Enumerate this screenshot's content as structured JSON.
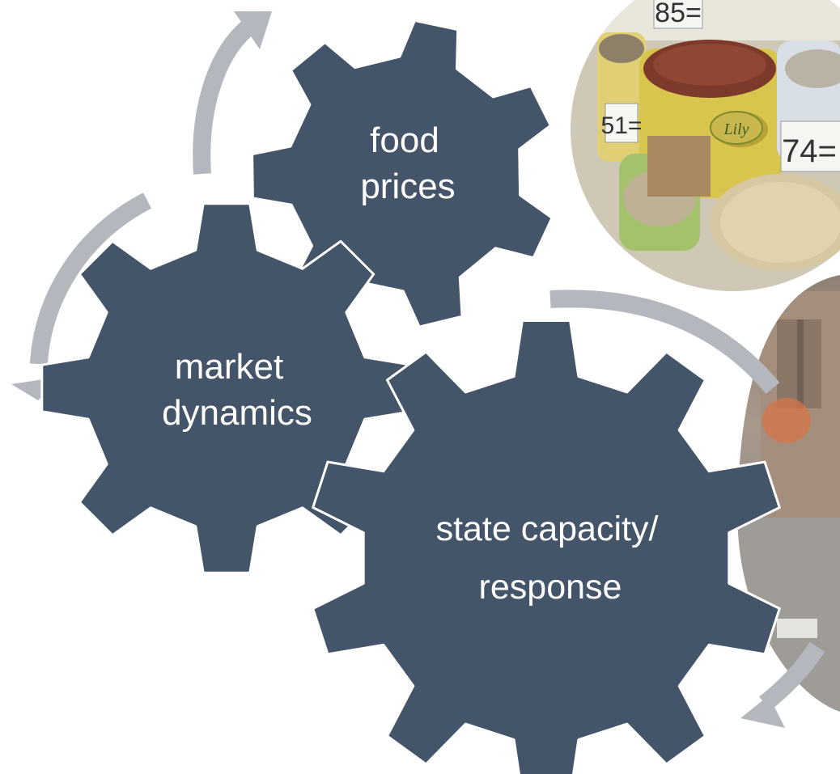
{
  "gears": {
    "food_prices": {
      "line1": "food",
      "line2": "prices"
    },
    "market_dynamics": {
      "line1": "market",
      "line2": "dynamics"
    },
    "state_capacity": {
      "line1": "state capacity/",
      "line2": "response"
    }
  },
  "photos": {
    "top": {
      "subject": "sacks of grain and rice at a market stall",
      "price_tags": [
        "85=",
        "51=",
        "74="
      ],
      "sack_label": "Lily"
    },
    "right": {
      "subject": "street scene with building and debris"
    }
  },
  "colors": {
    "gear": "#445469",
    "arrow": "#b4b7bd",
    "text": "#ffffff"
  }
}
